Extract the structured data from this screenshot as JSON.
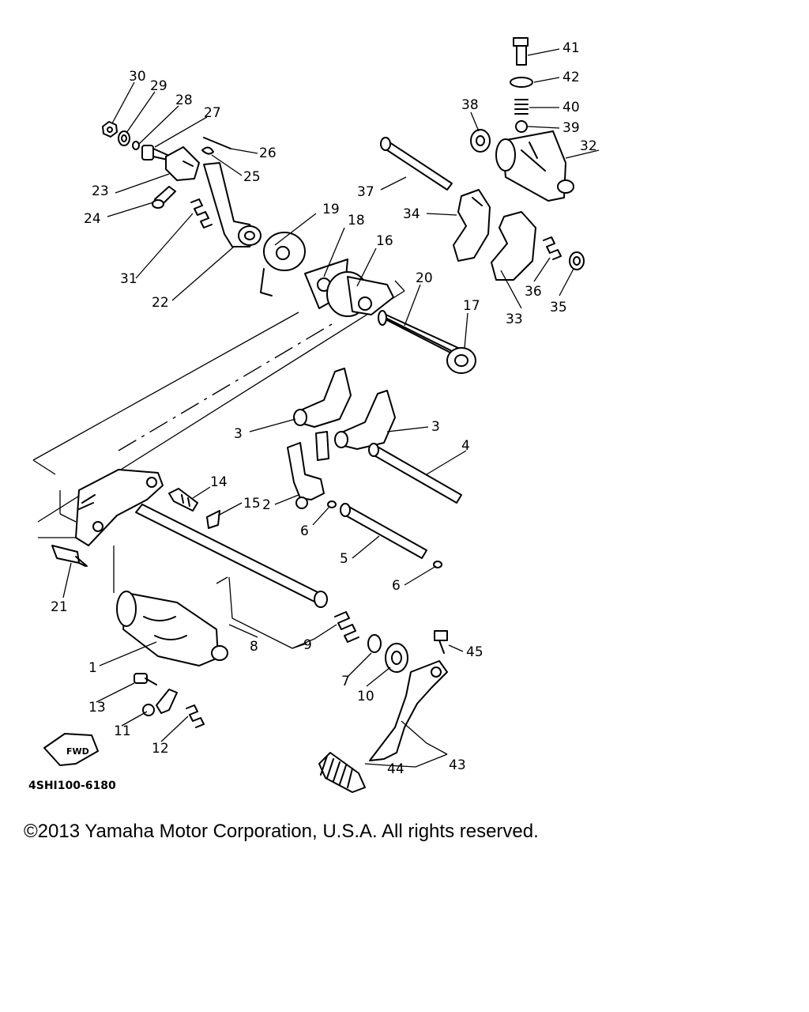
{
  "diagram": {
    "part_code": "4SHI100-6180",
    "fwd_label": "FWD",
    "callouts": [
      "1",
      "2",
      "3",
      "3",
      "4",
      "5",
      "6",
      "6",
      "7",
      "8",
      "9",
      "10",
      "11",
      "12",
      "13",
      "14",
      "15",
      "16",
      "17",
      "18",
      "19",
      "20",
      "21",
      "22",
      "23",
      "24",
      "25",
      "26",
      "27",
      "28",
      "29",
      "30",
      "31",
      "32",
      "33",
      "34",
      "35",
      "36",
      "37",
      "38",
      "39",
      "40",
      "41",
      "42",
      "43",
      "44",
      "45"
    ]
  },
  "footer": {
    "copyright": "©2013 Yamaha Motor Corporation, U.S.A. All rights reserved."
  }
}
